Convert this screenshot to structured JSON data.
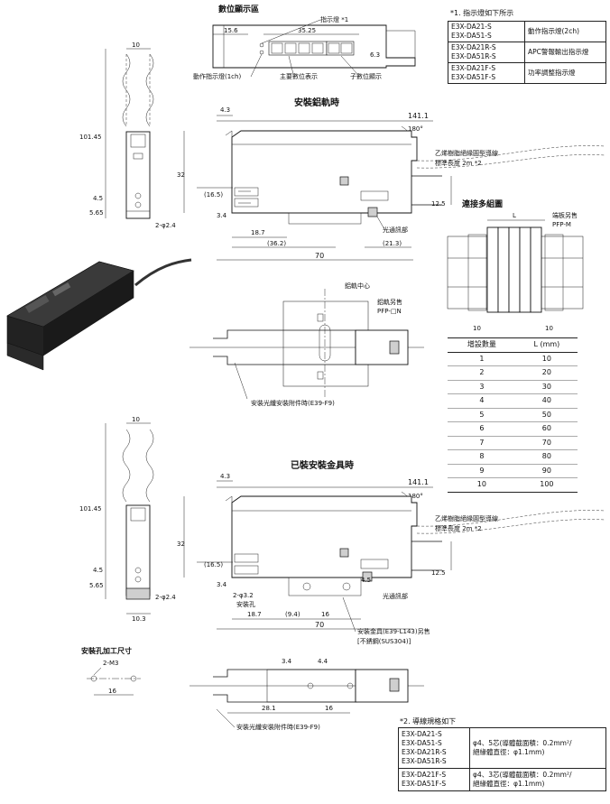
{
  "display_section": {
    "title": "數位顯示區",
    "dims": [
      "15.6",
      "35.25",
      "6.3"
    ],
    "labels": {
      "indicator": "指示燈 *1",
      "action_indicator": "動作指示燈(1ch)",
      "main_display": "主要數位表示",
      "sub_display": "子數位顯示"
    }
  },
  "note1": {
    "title": "*1. 指示燈如下所示",
    "rows": [
      {
        "models": [
          "E3X-DA21-S",
          "E3X-DA51-S"
        ],
        "desc": "動作指示燈(2ch)"
      },
      {
        "models": [
          "E3X-DA21R-S",
          "E3X-DA51R-S"
        ],
        "desc": "APC警報輸出指示燈"
      },
      {
        "models": [
          "E3X-DA21F-S",
          "E3X-DA51F-S"
        ],
        "desc": "功率調整指示燈"
      }
    ]
  },
  "side_view": {
    "dims": [
      "10",
      "101.45",
      "4.5",
      "5.65",
      "2-φ2.4"
    ]
  },
  "rail_section": {
    "title": "安裝鋁軌時",
    "dims": [
      "4.3",
      "141.1",
      "180°",
      "32",
      "(16.5)",
      "3.4",
      "18.7",
      "(36.2)",
      "(21.3)",
      "12.5",
      "70"
    ],
    "cable_label_1": "乙烯樹脂絕緣圓型導線",
    "cable_label_2": "標準長度  2m *2",
    "receiver_label": "光通訊部"
  },
  "multi_section": {
    "title": "連接多組圖",
    "end_plate_1": "端板另售",
    "end_plate_2": "PFP-M",
    "dims": [
      "L",
      "10",
      "10"
    ]
  },
  "rail_center": {
    "rail_center_label": "鋁軌中心",
    "rail_sold_1": "鋁軌另售",
    "rail_sold_2": "PFP-□N",
    "accessory_label": "安裝光纖安裝附件時(E39-F9)"
  },
  "count_table": {
    "headers": [
      "增設數量",
      "L (mm)"
    ],
    "rows": [
      [
        "1",
        "10"
      ],
      [
        "2",
        "20"
      ],
      [
        "3",
        "30"
      ],
      [
        "4",
        "40"
      ],
      [
        "5",
        "50"
      ],
      [
        "6",
        "60"
      ],
      [
        "7",
        "70"
      ],
      [
        "8",
        "80"
      ],
      [
        "9",
        "90"
      ],
      [
        "10",
        "100"
      ]
    ]
  },
  "side_view_2": {
    "dims": [
      "10",
      "101.45",
      "4.5",
      "5.65",
      "2-φ2.4",
      "10.3"
    ]
  },
  "bracket_section": {
    "title": "已裝安裝金具時",
    "dims": [
      "4.3",
      "141.1",
      "180°",
      "32",
      "(16.5)",
      "3.4",
      "12.5",
      "18.7",
      "(9.4)",
      "16",
      "4.5",
      "70"
    ],
    "hole_label_1": "2-φ3.2",
    "hole_label_2": "安裝孔",
    "cable_label_1": "乙烯樹脂絕緣圓型導線",
    "cable_label_2": "標準長度  2m *2",
    "receiver_label": "光通訊部",
    "bracket_label_1": "安裝金具(E39-L143)另售",
    "bracket_label_2": "[不銹鋼(SUS304)]"
  },
  "mount_hole": {
    "title": "安裝孔加工尺寸",
    "screw": "2-M3",
    "spacing": "16"
  },
  "bottom_view": {
    "dims": [
      "3.4",
      "4.4",
      "28.1",
      "16"
    ],
    "accessory_label": "安裝光纖安裝附件時(E39-F9)"
  },
  "note2": {
    "title": "*2. 導線規格如下",
    "rows": [
      {
        "models": [
          "E3X-DA21-S",
          "E3X-DA51-S",
          "E3X-DA21R-S",
          "E3X-DA51R-S"
        ],
        "desc1": "φ4、5芯(導體截面積：0.2mm²/",
        "desc2": "絕緣體直徑：φ1.1mm)"
      },
      {
        "models": [
          "E3X-DA21F-S",
          "E3X-DA51F-S"
        ],
        "desc1": "φ4、3芯(導體截面積：0.2mm²/",
        "desc2": "絕緣體直徑：φ1.1mm)"
      }
    ]
  }
}
